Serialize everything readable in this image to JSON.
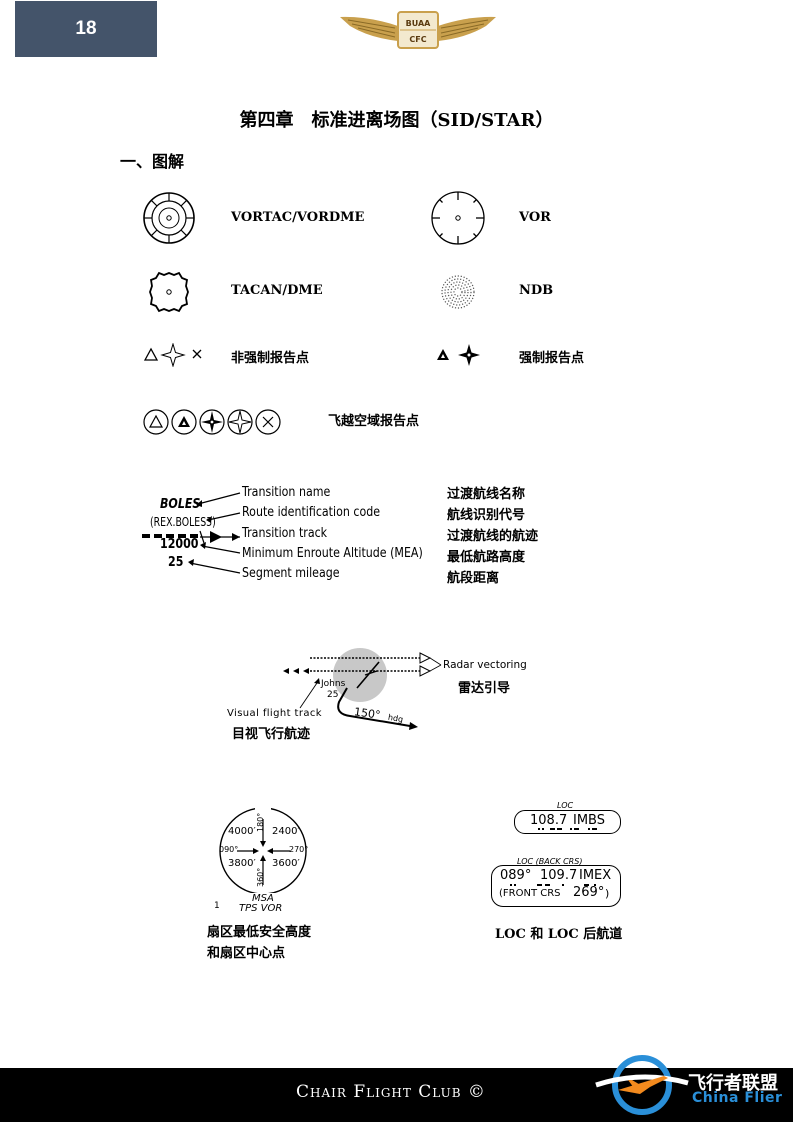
{
  "header": {
    "page_number": "18",
    "logo_top": "BUAA",
    "logo_bottom": "CFC"
  },
  "chapter_title": "第四章　标准进离场图（SID/STAR）",
  "section_title": "一、图解",
  "symbols": {
    "vortac": "VORTAC/VORDME",
    "vor": "VOR",
    "tacan": "TACAN/DME",
    "ndb": "NDB",
    "non_compulsory": "非强制报告点",
    "compulsory": "强制报告点",
    "flyover": "飞越空域报告点"
  },
  "transition": {
    "fix_name": "BOLES",
    "route_code": "(REX.BOLES3)",
    "mea": "12000",
    "mileage": "25",
    "labels": [
      "Transition name",
      "Route identification code",
      "Transition track",
      "Minimum Enroute Altitude (MEA)",
      "Segment mileage"
    ],
    "cn": [
      "过渡航线名称",
      "航线识别代号",
      "过渡航线的航迹",
      "最低航路高度",
      "航段距离"
    ]
  },
  "radar": {
    "radar_label": "Radar vectoring",
    "radar_cn": "雷达引导",
    "airport": "Johns",
    "airport_num": "25",
    "heading": "150°",
    "hdg": "hdg",
    "visual_label": "Visual flight track",
    "visual_cn": "目视飞行航迹"
  },
  "msa": {
    "tl": "4000′",
    "tr": "2400′",
    "bl": "3800′",
    "br": "3600′",
    "n": "180°",
    "s": "360°",
    "w": "090°",
    "e": "270°",
    "title": "MSA",
    "sub": "TPS VOR",
    "num": "1",
    "cn1": "扇区最低安全高度",
    "cn2": "和扇区中心点"
  },
  "loc": {
    "label": "LOC",
    "freq": "108.7",
    "ident": "IMBS",
    "bc_label": "LOC (BACK CRS)",
    "bc_crs": "089°",
    "bc_freq": "109.7",
    "bc_ident": "IMEX",
    "front_label": "(FRONT CRS",
    "front_val": "269°",
    "front_close": ")",
    "cn": "LOC 和 LOC 后航道"
  },
  "footer": {
    "club": "Chair Flight Club ©",
    "wm_cn": "飞行者联盟",
    "wm_en": "China Flier"
  }
}
